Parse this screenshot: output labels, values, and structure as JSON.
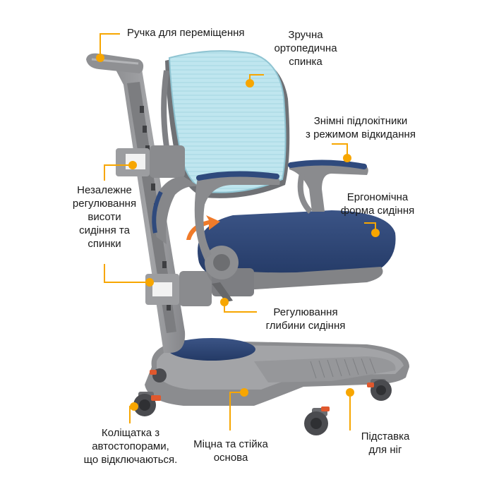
{
  "accent_color": "#f7a600",
  "labels": {
    "handle": "Ручка для переміщення",
    "backrest": "Зручна\nортопедична\nспинка",
    "armrests": "Знімні підлокітники\nз режимом відкидання",
    "seat_shape": "Ергономічна\nформа сидіння",
    "height_adjust": "Незалежне\nрегулювання\nвисоти\nсидіння та\nспинки",
    "depth_adjust": "Регулювання\nглибини сидіння",
    "casters": "Коліщатка з\nавтостопорами,\nщо відключаються.",
    "base": "Міцна та стійка\nоснова",
    "footrest": "Підставка\nдля ніг"
  }
}
